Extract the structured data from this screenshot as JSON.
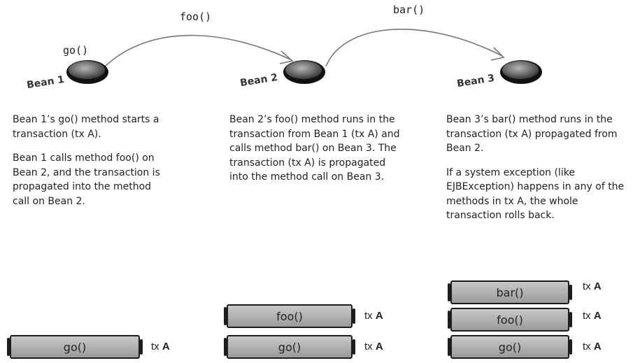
{
  "calls": {
    "go": "go()",
    "foo": "foo()",
    "bar": "bar()"
  },
  "beans": [
    {
      "label": "Bean 1"
    },
    {
      "label": "Bean 2"
    },
    {
      "label": "Bean 3"
    }
  ],
  "descriptions": {
    "bean1": {
      "p1": "Bean 1’s go() method starts a transaction (tx A).",
      "p2": "Bean 1 calls method foo() on Bean 2, and the transaction is propagated into the method call on Bean 2."
    },
    "bean2": {
      "p1": "Bean 2’s foo() method runs in the transaction from Bean 1 (tx A) and calls method bar() on Bean 3. The transaction (tx A) is propagated into the method call on Bean 3."
    },
    "bean3": {
      "p1": "Bean 3’s bar() method runs in the transaction (tx A) propagated from Bean 2.",
      "p2": "If a system exception (like EJBException) happens in any of the methods in tx A, the whole transaction rolls back."
    }
  },
  "stacks": {
    "stack1": [
      "go()"
    ],
    "stack2": [
      "foo()",
      "go()"
    ],
    "stack3": [
      "bar()",
      "foo()",
      "go()"
    ]
  },
  "tx": {
    "prefix": "tx",
    "name": "A"
  }
}
